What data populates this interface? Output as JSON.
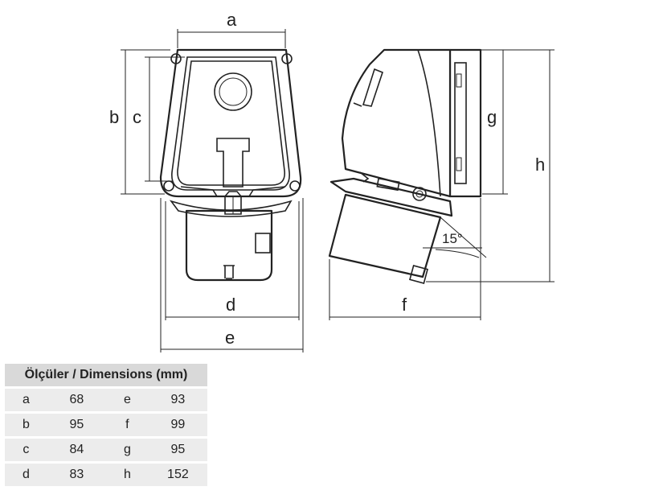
{
  "labels": {
    "a": "a",
    "b": "b",
    "c": "c",
    "d": "d",
    "e": "e",
    "f": "f",
    "g": "g",
    "h": "h",
    "angle": "15°"
  },
  "table": {
    "title": "Ölçüler / Dimensions (mm)",
    "rows": [
      {
        "k1": "a",
        "v1": "68",
        "k2": "e",
        "v2": "93"
      },
      {
        "k1": "b",
        "v1": "95",
        "k2": "f",
        "v2": "99"
      },
      {
        "k1": "c",
        "v1": "84",
        "k2": "g",
        "v2": "95"
      },
      {
        "k1": "d",
        "v1": "83",
        "k2": "h",
        "v2": "152"
      }
    ]
  }
}
